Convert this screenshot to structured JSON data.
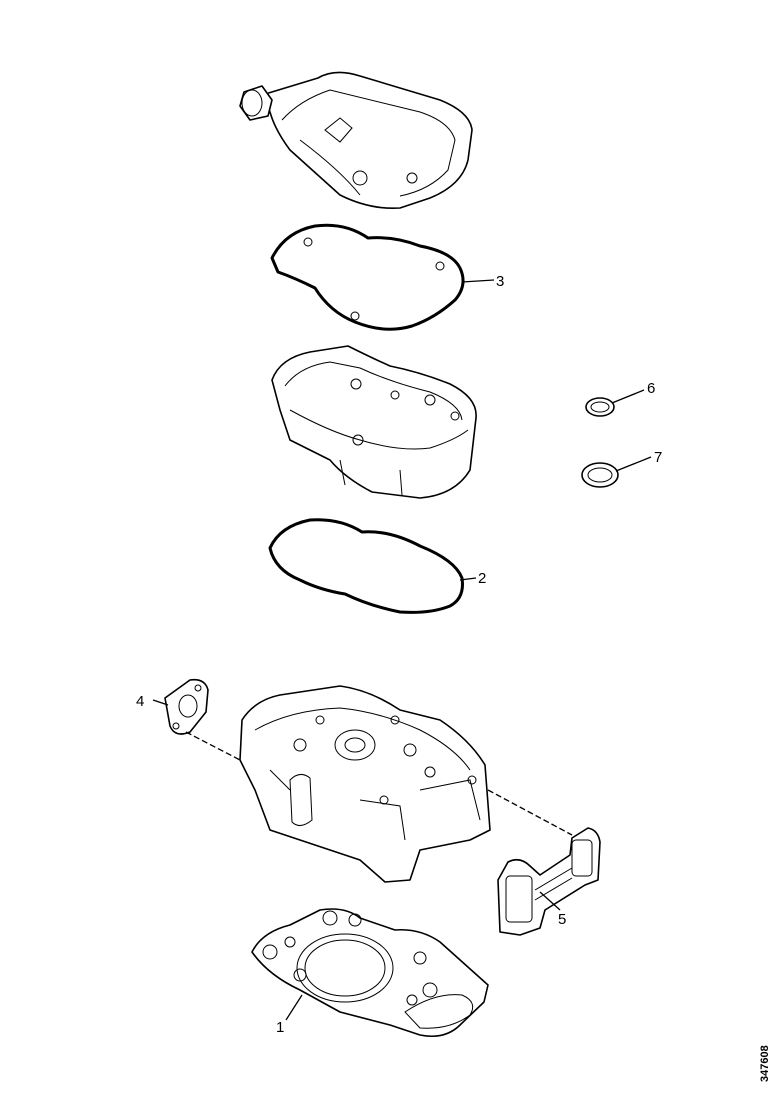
{
  "diagram": {
    "callouts": [
      {
        "id": "1",
        "label": "1"
      },
      {
        "id": "2",
        "label": "2"
      },
      {
        "id": "3",
        "label": "3"
      },
      {
        "id": "4",
        "label": "4"
      },
      {
        "id": "5",
        "label": "5"
      },
      {
        "id": "6",
        "label": "6"
      },
      {
        "id": "7",
        "label": "7"
      }
    ],
    "drawing_code": "347608"
  }
}
